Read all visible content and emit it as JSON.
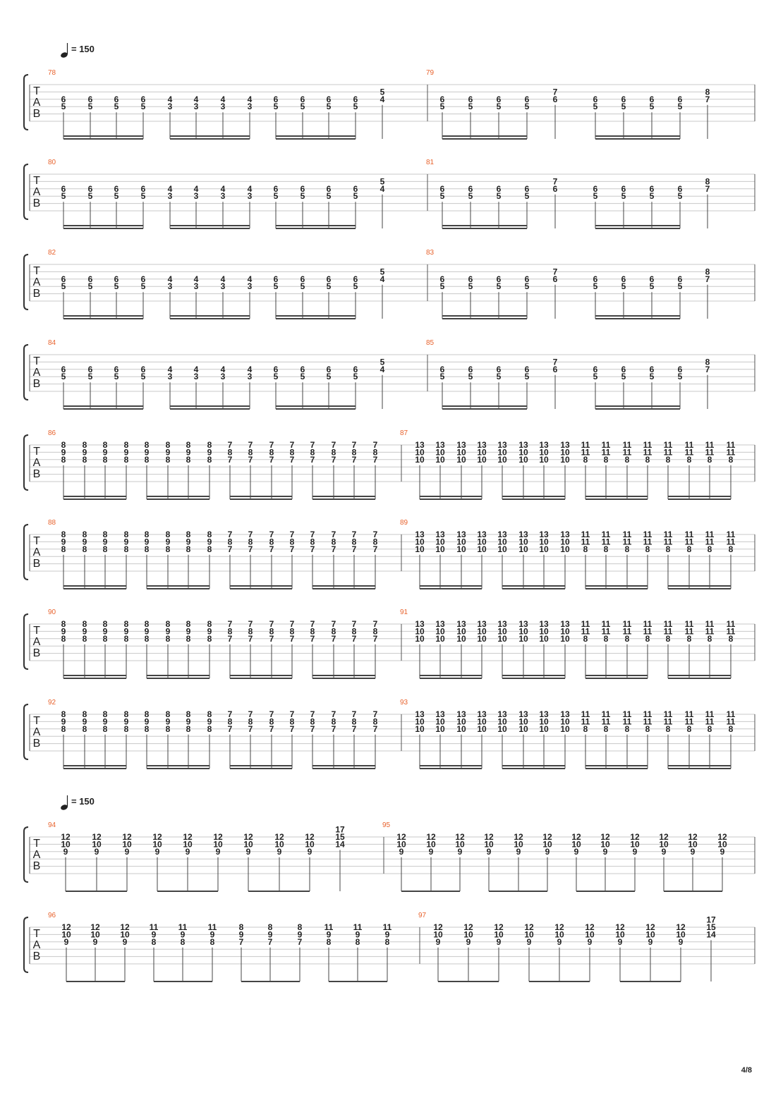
{
  "tempo": {
    "bpm_text": "= 150"
  },
  "tab_clef": [
    "T",
    "A",
    "B"
  ],
  "page_number": "4/8",
  "riffs": {
    "A1": {
      "beams": [
        [
          0,
          4
        ],
        [
          4,
          8
        ],
        [
          8,
          12
        ]
      ],
      "notes": [
        [
          "6",
          "5"
        ],
        [
          "6",
          "5"
        ],
        [
          "6",
          "5"
        ],
        [
          "6",
          "5"
        ],
        [
          "4",
          "3"
        ],
        [
          "4",
          "3"
        ],
        [
          "4",
          "3"
        ],
        [
          "4",
          "3"
        ],
        [
          "6",
          "5"
        ],
        [
          "6",
          "5"
        ],
        [
          "6",
          "5"
        ],
        [
          "6",
          "5"
        ],
        [
          "5",
          "4",
          ""
        ]
      ],
      "strings_start": 2
    },
    "A2": {
      "beams": [
        [
          0,
          4
        ],
        [
          5,
          9
        ]
      ],
      "notes": [
        [
          "6",
          "5"
        ],
        [
          "6",
          "5"
        ],
        [
          "6",
          "5"
        ],
        [
          "6",
          "5"
        ],
        [
          "7",
          "6",
          ""
        ],
        [
          "6",
          "5"
        ],
        [
          "6",
          "5"
        ],
        [
          "6",
          "5"
        ],
        [
          "6",
          "5"
        ],
        [
          "8",
          "7",
          ""
        ]
      ],
      "strings_start": 2
    },
    "B1": {
      "beams": [
        [
          0,
          4
        ],
        [
          4,
          8
        ],
        [
          8,
          12
        ],
        [
          12,
          16
        ]
      ],
      "notes": [
        [
          "8",
          "9",
          "8"
        ],
        [
          "8",
          "9",
          "8"
        ],
        [
          "8",
          "9",
          "8"
        ],
        [
          "8",
          "9",
          "8"
        ],
        [
          "8",
          "9",
          "8"
        ],
        [
          "8",
          "9",
          "8"
        ],
        [
          "8",
          "9",
          "8"
        ],
        [
          "8",
          "9",
          "8"
        ],
        [
          "7",
          "8",
          "7"
        ],
        [
          "7",
          "8",
          "7"
        ],
        [
          "7",
          "8",
          "7"
        ],
        [
          "7",
          "8",
          "7"
        ],
        [
          "7",
          "8",
          "7"
        ],
        [
          "7",
          "8",
          "7"
        ],
        [
          "7",
          "8",
          "7"
        ],
        [
          "7",
          "8",
          "7"
        ]
      ],
      "strings_start": 0
    },
    "B2": {
      "beams": [
        [
          0,
          4
        ],
        [
          4,
          8
        ],
        [
          8,
          12
        ],
        [
          12,
          16
        ]
      ],
      "notes": [
        [
          "13",
          "10",
          "10"
        ],
        [
          "13",
          "10",
          "10"
        ],
        [
          "13",
          "10",
          "10"
        ],
        [
          "13",
          "10",
          "10"
        ],
        [
          "13",
          "10",
          "10"
        ],
        [
          "13",
          "10",
          "10"
        ],
        [
          "13",
          "10",
          "10"
        ],
        [
          "13",
          "10",
          "10"
        ],
        [
          "11",
          "11",
          "8"
        ],
        [
          "11",
          "11",
          "8"
        ],
        [
          "11",
          "11",
          "8"
        ],
        [
          "11",
          "11",
          "8"
        ],
        [
          "11",
          "11",
          "8"
        ],
        [
          "11",
          "11",
          "8"
        ],
        [
          "11",
          "11",
          "8"
        ],
        [
          "11",
          "11",
          "8"
        ]
      ],
      "strings_start": 0
    },
    "C1": {
      "beams": [
        [
          0,
          3
        ],
        [
          3,
          6
        ],
        [
          6,
          9
        ]
      ],
      "notes": [
        [
          "12",
          "10",
          "9"
        ],
        [
          "12",
          "10",
          "9"
        ],
        [
          "12",
          "10",
          "9"
        ],
        [
          "12",
          "10",
          "9"
        ],
        [
          "12",
          "10",
          "9"
        ],
        [
          "12",
          "10",
          "9"
        ],
        [
          "12",
          "10",
          "9"
        ],
        [
          "12",
          "10",
          "9"
        ],
        [
          "12",
          "10",
          "9"
        ],
        [
          "17",
          "15",
          "14",
          ""
        ]
      ],
      "strings_start": 0
    },
    "C2": {
      "beams": [
        [
          0,
          3
        ],
        [
          3,
          6
        ],
        [
          6,
          9
        ],
        [
          9,
          12
        ]
      ],
      "notes": [
        [
          "12",
          "10",
          "9"
        ],
        [
          "12",
          "10",
          "9"
        ],
        [
          "12",
          "10",
          "9"
        ],
        [
          "12",
          "10",
          "9"
        ],
        [
          "12",
          "10",
          "9"
        ],
        [
          "12",
          "10",
          "9"
        ],
        [
          "12",
          "10",
          "9"
        ],
        [
          "12",
          "10",
          "9"
        ],
        [
          "12",
          "10",
          "9"
        ],
        [
          "12",
          "10",
          "9"
        ],
        [
          "12",
          "10",
          "9"
        ],
        [
          "12",
          "10",
          "9"
        ]
      ],
      "strings_start": 0
    },
    "C3": {
      "beams": [
        [
          0,
          3
        ],
        [
          3,
          6
        ],
        [
          6,
          9
        ],
        [
          9,
          12
        ]
      ],
      "notes": [
        [
          "12",
          "10",
          "9"
        ],
        [
          "12",
          "10",
          "9"
        ],
        [
          "12",
          "10",
          "9"
        ],
        [
          "11",
          "9",
          "8"
        ],
        [
          "11",
          "9",
          "8"
        ],
        [
          "11",
          "9",
          "8"
        ],
        [
          "8",
          "9",
          "7"
        ],
        [
          "8",
          "9",
          "7"
        ],
        [
          "8",
          "9",
          "7"
        ],
        [
          "11",
          "9",
          "8"
        ],
        [
          "11",
          "9",
          "8"
        ],
        [
          "11",
          "9",
          "8"
        ]
      ],
      "strings_start": 0
    }
  },
  "systems": [
    {
      "tempo_mark": true,
      "bars": [
        {
          "number": "78",
          "riff": "A1"
        },
        {
          "number": "79",
          "riff": "A2"
        }
      ]
    },
    {
      "tempo_mark": false,
      "bars": [
        {
          "number": "80",
          "riff": "A1"
        },
        {
          "number": "81",
          "riff": "A2"
        }
      ]
    },
    {
      "tempo_mark": false,
      "bars": [
        {
          "number": "82",
          "riff": "A1"
        },
        {
          "number": "83",
          "riff": "A2"
        }
      ]
    },
    {
      "tempo_mark": false,
      "bars": [
        {
          "number": "84",
          "riff": "A1"
        },
        {
          "number": "85",
          "riff": "A2"
        }
      ]
    },
    {
      "tempo_mark": false,
      "bars": [
        {
          "number": "86",
          "riff": "B1"
        },
        {
          "number": "87",
          "riff": "B2"
        }
      ]
    },
    {
      "tempo_mark": false,
      "bars": [
        {
          "number": "88",
          "riff": "B1"
        },
        {
          "number": "89",
          "riff": "B2"
        }
      ]
    },
    {
      "tempo_mark": false,
      "bars": [
        {
          "number": "90",
          "riff": "B1"
        },
        {
          "number": "91",
          "riff": "B2"
        }
      ]
    },
    {
      "tempo_mark": false,
      "bars": [
        {
          "number": "92",
          "riff": "B1"
        },
        {
          "number": "93",
          "riff": "B2"
        }
      ]
    },
    {
      "tempo_mark": true,
      "bars": [
        {
          "number": "94",
          "riff": "C1"
        },
        {
          "number": "95",
          "riff": "C2"
        }
      ]
    },
    {
      "tempo_mark": false,
      "bars": [
        {
          "number": "96",
          "riff": "C3"
        },
        {
          "number": "97",
          "riff": "C1"
        }
      ]
    }
  ]
}
